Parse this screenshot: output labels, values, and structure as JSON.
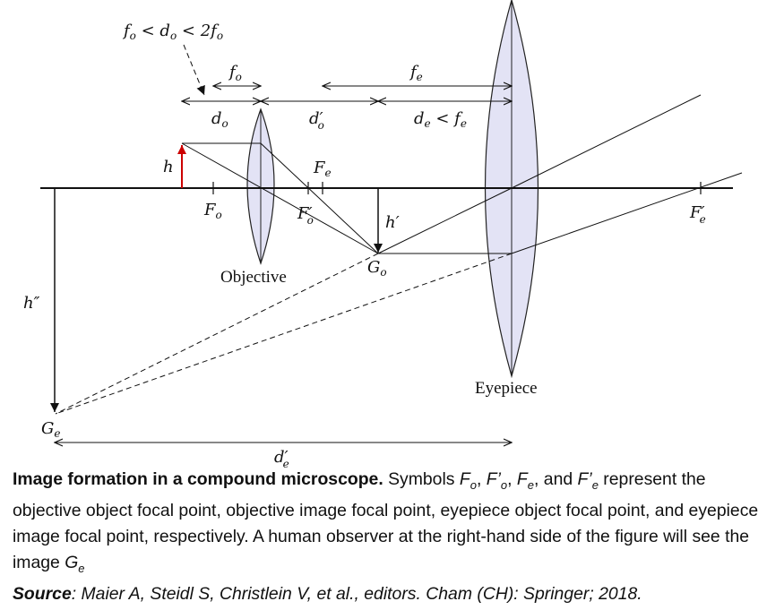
{
  "diagram": {
    "labels": {
      "condition_main": "f",
      "condition_sub1": "o",
      "condition_lt1": " < d",
      "condition_sub2": "o",
      "condition_lt2": " < 2f",
      "condition_sub3": "o",
      "fo": "f",
      "fo_sub": "o",
      "fe": "f",
      "fe_sub": "e",
      "do": "d",
      "do_sub": "o",
      "do_prime": "d′",
      "do_prime_sub": "o",
      "de": "d",
      "de_sub": "e",
      "de_rest": " < f",
      "de_rest_sub": "e",
      "h": "h",
      "Fe": "F",
      "Fe_sub": "e",
      "Fo": "F",
      "Fo_sub": "o",
      "Fo_prime": "F′",
      "Fo_prime_sub": "o",
      "h_prime": "h′",
      "Fe_prime": "F′",
      "Fe_prime_sub": "e",
      "Go": "G",
      "Go_sub": "o",
      "objective": "Objective",
      "h_double_prime": "h″",
      "eyepiece": "Eyepiece",
      "Ge": "G",
      "Ge_sub": "e",
      "de_prime": "d′",
      "de_prime_sub": "e"
    },
    "colors": {
      "object_arrow": "#cc0000",
      "lens_fill": "#e3e3f5",
      "lens_stroke": "#222222",
      "lines": "#111111"
    }
  },
  "caption": {
    "title": "Image formation in a compound microscope.",
    "t1": " Symbols ",
    "s1": "F",
    "s1_sub": "o",
    "t2": ", ",
    "s2": "F’",
    "s2_sub": "o",
    "t3": ", ",
    "s3": "F",
    "s3_sub": "e",
    "t4": ", and ",
    "s4": "F’",
    "s4_sub": "e",
    "t5": " represent the objective object focal point, objective image focal point, eyepiece object focal point, and eyepiece image focal point, respectively. A human observer at the right-hand side of the figure will see the image ",
    "s5": "G",
    "s5_sub": "e",
    "source_label": "Source",
    "source_text": ": Maier A, Steidl S, Christlein V, et al., editors. Cham (CH): Springer; 2018."
  }
}
